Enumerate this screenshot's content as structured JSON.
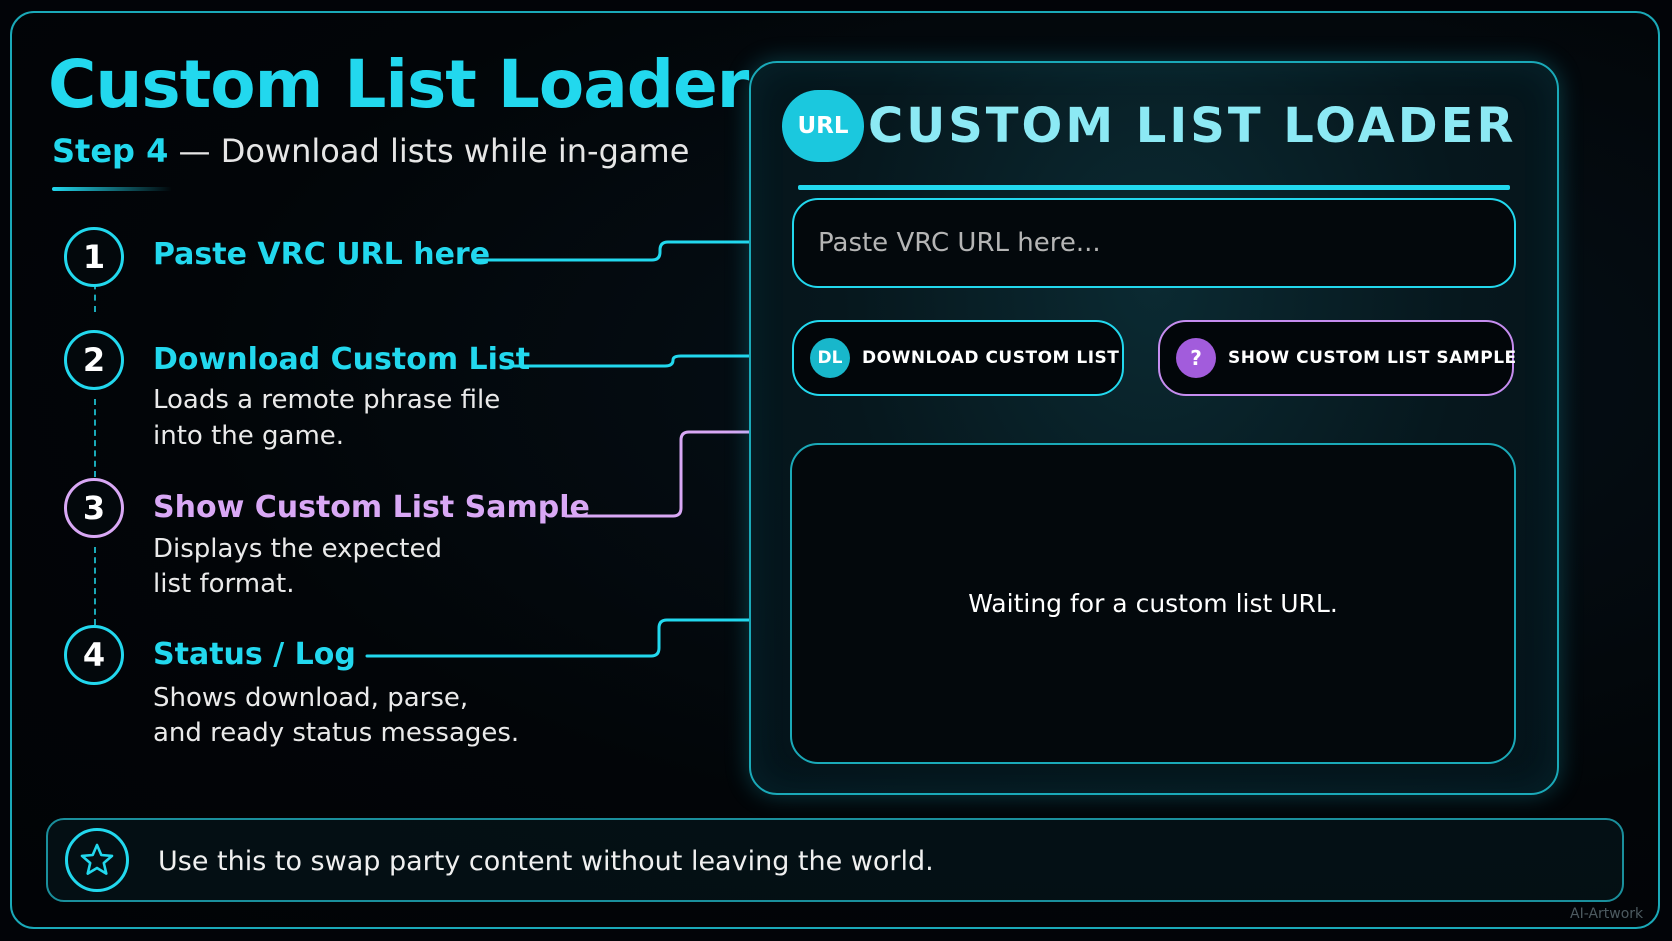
{
  "header": {
    "title": "Custom List Loader",
    "step_label": "Step 4",
    "step_description": " — Download lists while in-game"
  },
  "steps": [
    {
      "number": "1",
      "heading": "Paste VRC URL here",
      "description": []
    },
    {
      "number": "2",
      "heading": "Download Custom List",
      "description": [
        "Loads a remote phrase file",
        "into the game."
      ]
    },
    {
      "number": "3",
      "heading": "Show Custom List Sample",
      "description": [
        "Displays the expected",
        "list format."
      ]
    },
    {
      "number": "4",
      "heading": "Status / Log",
      "description": [
        "Shows download, parse,",
        "and ready status messages."
      ]
    }
  ],
  "panel": {
    "badge": "URL",
    "title": "CUSTOM LIST LOADER",
    "url_input_placeholder": "Paste VRC URL here...",
    "download_button": {
      "icon_text": "DL",
      "label": "DOWNLOAD CUSTOM LIST"
    },
    "sample_button": {
      "icon_text": "?",
      "label": "SHOW CUSTOM LIST SAMPLE"
    },
    "status_text": "Waiting for a custom list URL."
  },
  "footer": {
    "icon": "star-icon",
    "text": "Use this to swap party content without leaving the world."
  },
  "watermark": "AI-Artwork",
  "colors": {
    "accent_cyan": "#22d8ee",
    "accent_violet": "#d9a8f5",
    "background": "#020408"
  }
}
